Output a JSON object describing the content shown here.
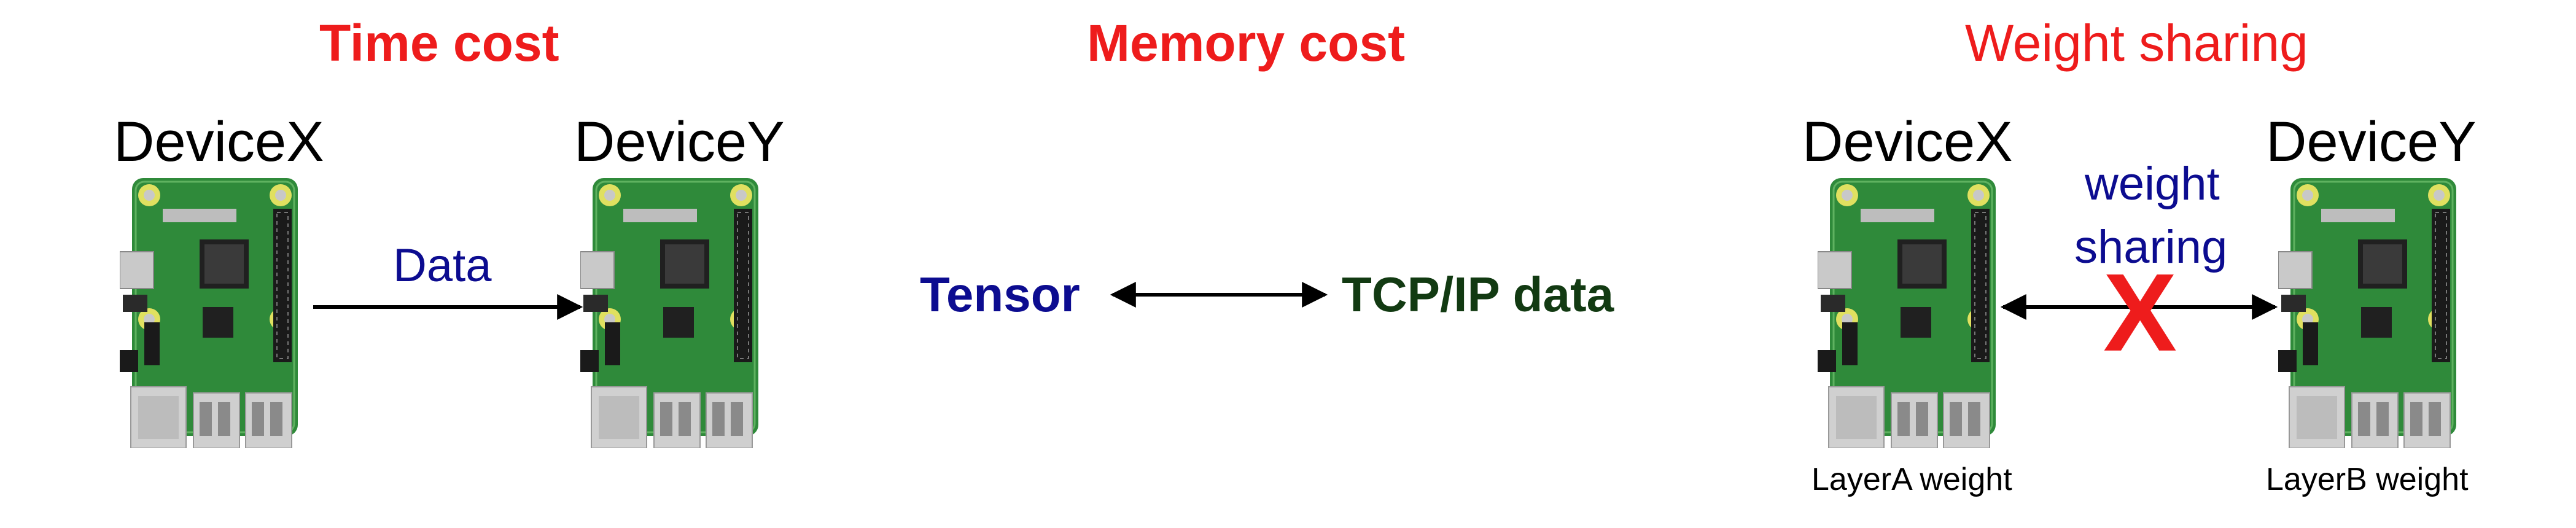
{
  "time_cost": {
    "title": "Time cost",
    "device_x_label": "DeviceX",
    "device_y_label": "DeviceY",
    "arrow_label": "Data"
  },
  "memory_cost": {
    "title": "Memory cost",
    "left_label": "Tensor",
    "right_label": "TCP/IP data"
  },
  "weight_sharing": {
    "title": "Weight sharing",
    "device_x_label": "DeviceX",
    "device_y_label": "DeviceY",
    "arrow_label_line1": "weight",
    "arrow_label_line2": "sharing",
    "cross_mark": "X",
    "layer_a_label": "LayerA weight",
    "layer_b_label": "LayerB weight"
  },
  "colors": {
    "title_red": "#ee1c1c",
    "label_blue": "#0c0c90",
    "label_green": "#123a12",
    "board_green": "#2f8a3a"
  },
  "icons": {
    "device": "raspberry-pi-board-icon",
    "arrow": "arrow-icon",
    "double_arrow": "double-arrow-icon",
    "cross": "red-x-icon"
  }
}
